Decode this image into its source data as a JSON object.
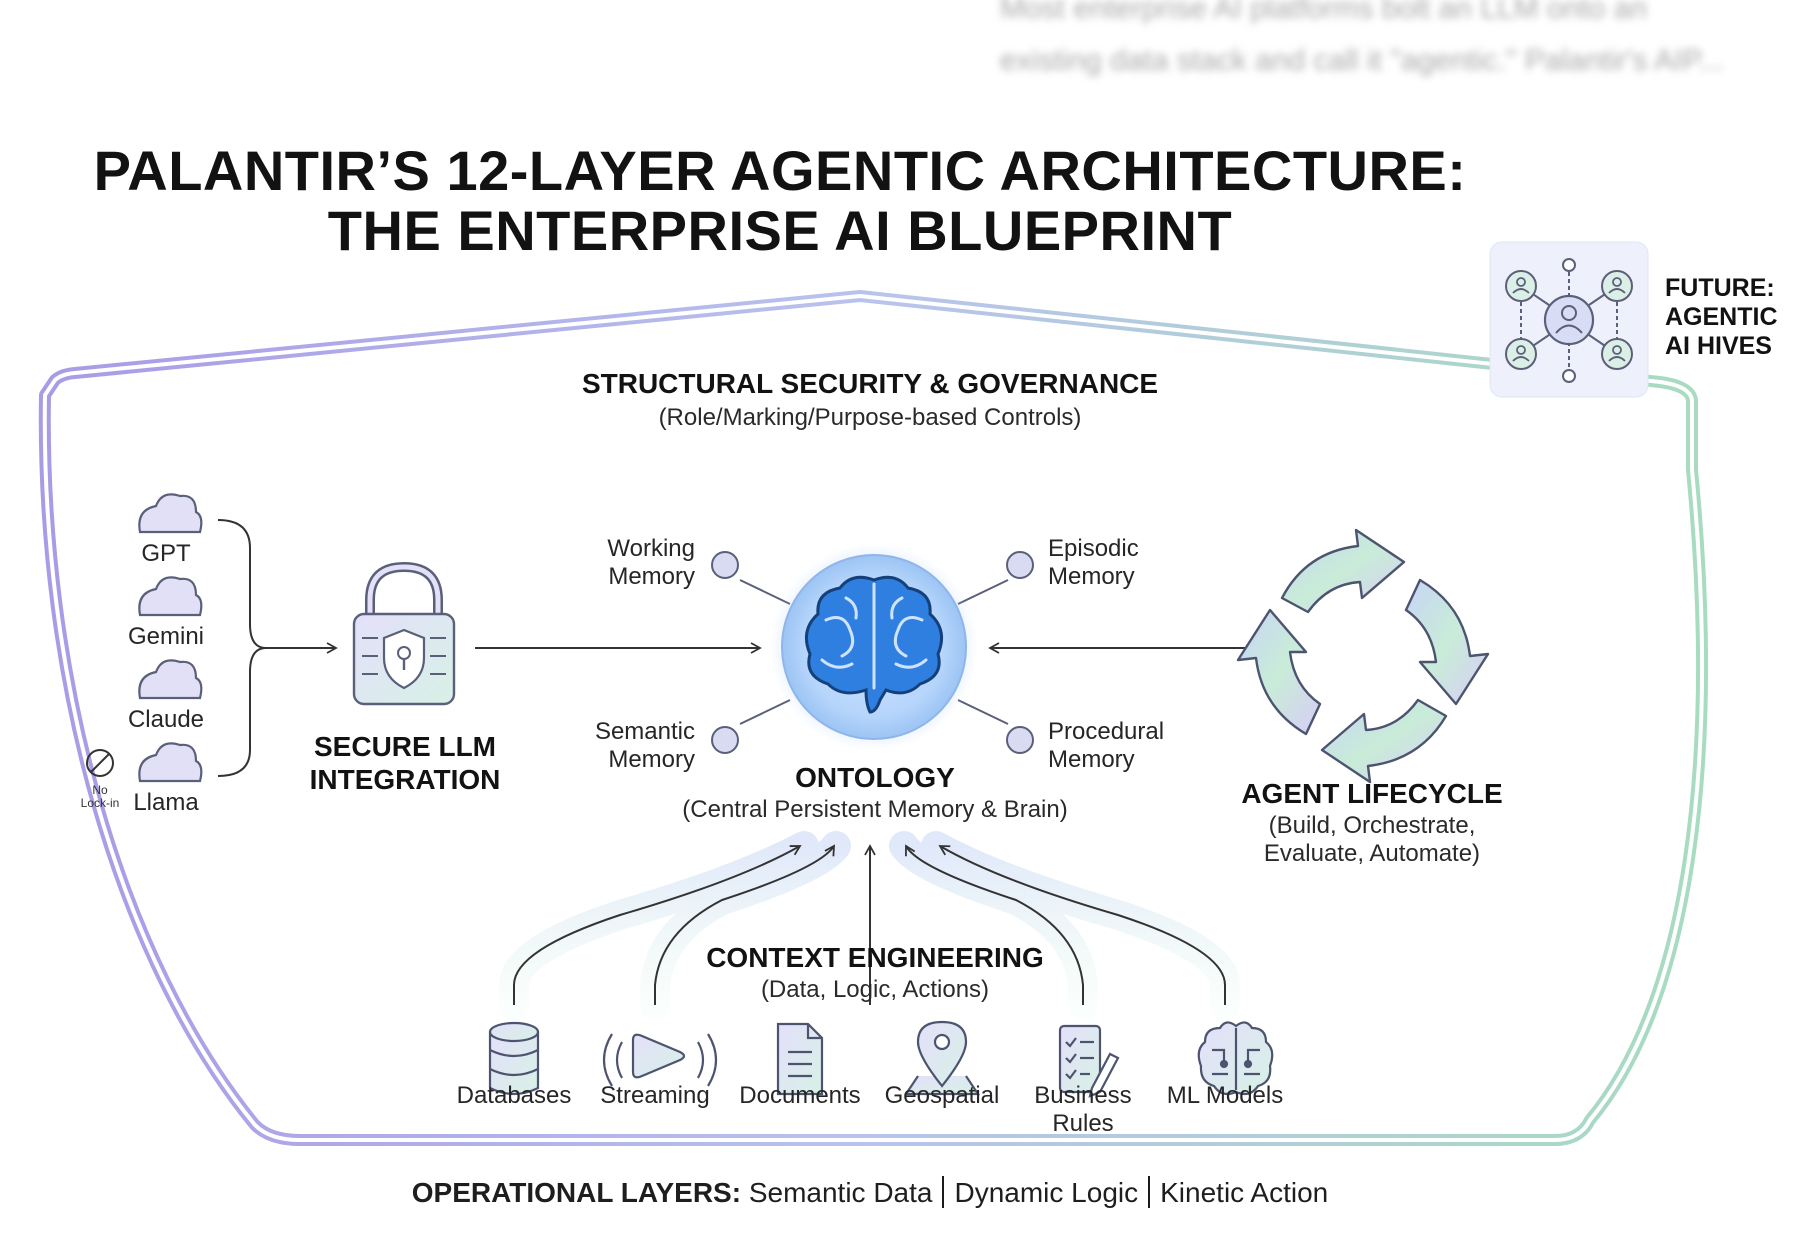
{
  "header_text": {
    "line1": "Most enterprise AI platforms bolt an LLM onto an",
    "line2": "existing data stack and call it \"agentic.\" Palantir's AIP..."
  },
  "title": {
    "line1": "PALANTIR’S 12-LAYER AGENTIC ARCHITECTURE:",
    "line2": "THE ENTERPRISE AI BLUEPRINT"
  },
  "future": {
    "line1": "FUTURE:",
    "line2": "AGENTIC",
    "line3": "AI HIVES",
    "icon": "agent-network-icon"
  },
  "governance": {
    "title": "STRUCTURAL SECURITY & GOVERNANCE",
    "subtitle": "(Role/Marking/Purpose-based Controls)"
  },
  "llms": {
    "models": [
      "GPT",
      "Gemini",
      "Claude",
      "Llama"
    ],
    "no_lock_in": {
      "line1": "No",
      "line2": "Lock-in"
    }
  },
  "secure_llm": {
    "line1": "SECURE LLM",
    "line2": "INTEGRATION",
    "icon": "padlock-shield-icon"
  },
  "memories": {
    "working": {
      "line1": "Working",
      "line2": "Memory"
    },
    "episodic": {
      "line1": "Episodic",
      "line2": "Memory"
    },
    "semantic": {
      "line1": "Semantic",
      "line2": "Memory"
    },
    "procedural": {
      "line1": "Procedural",
      "line2": "Memory"
    }
  },
  "ontology": {
    "title": "ONTOLOGY",
    "subtitle": "(Central Persistent Memory & Brain)",
    "icon": "brain-icon"
  },
  "lifecycle": {
    "title": "AGENT LIFECYCLE",
    "line1": "(Build, Orchestrate,",
    "line2": "Evaluate, Automate)",
    "icon": "cycle-arrows-icon"
  },
  "context": {
    "title": "CONTEXT ENGINEERING",
    "subtitle": "(Data, Logic, Actions)"
  },
  "sources": {
    "databases": "Databases",
    "streaming": "Streaming",
    "documents": "Documents",
    "geospatial": "Geospatial",
    "business_rules": {
      "line1": "Business",
      "line2": "Rules"
    },
    "ml_models": "ML Models"
  },
  "operational": {
    "label": "OPERATIONAL LAYERS:",
    "items": [
      "Semantic Data",
      "Dynamic Logic",
      "Kinetic Action"
    ]
  },
  "colors": {
    "border_start": "#a99be6",
    "border_end": "#a7dcc0",
    "accent_blue": "#3c7fd8",
    "icon_stroke": "#4d5470"
  }
}
